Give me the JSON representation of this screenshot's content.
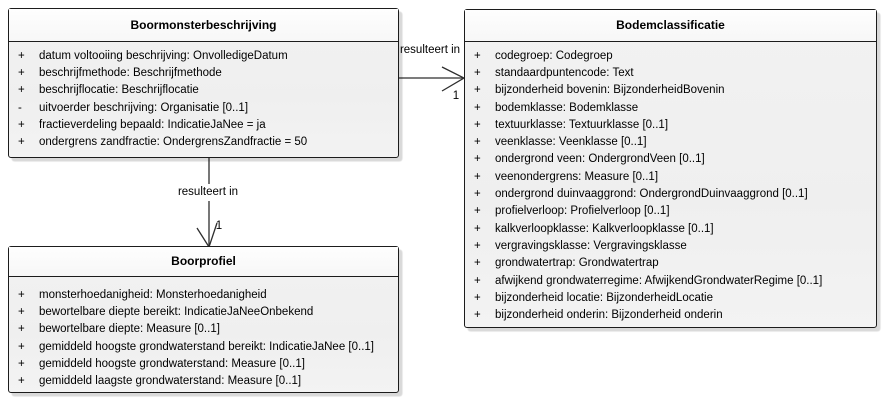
{
  "diagram": {
    "type": "uml-class-diagram",
    "background_color": "#ffffff",
    "box_border_color": "#1c1c1c",
    "box_fill_color": "#f0f0f0",
    "box_header_fill_color": "#fcfcfc",
    "shadow_color": "#d9d9d9",
    "line_color": "#2e2e2e",
    "text_color": "#000000"
  },
  "classes": [
    {
      "name": "Boormonsterbeschrijving",
      "attributes": [
        {
          "vis": "+",
          "text": "datum voltooiing beschrijving: OnvolledigeDatum"
        },
        {
          "vis": "+",
          "text": "beschrijfmethode: Beschrijfmethode"
        },
        {
          "vis": "+",
          "text": "beschrijflocatie: Beschrijflocatie"
        },
        {
          "vis": "-",
          "text": "uitvoerder beschrijving: Organisatie [0..1]"
        },
        {
          "vis": "+",
          "text": "fractieverdeling bepaald: IndicatieJaNee = ja"
        },
        {
          "vis": "+",
          "text": "ondergrens zandfractie: OndergrensZandfractie = 50"
        }
      ]
    },
    {
      "name": "Bodemclassificatie",
      "attributes": [
        {
          "vis": "+",
          "text": "codegroep: Codegroep"
        },
        {
          "vis": "+",
          "text": "standaardpuntencode: Text"
        },
        {
          "vis": "+",
          "text": "bijzonderheid bovenin: BijzonderheidBovenin"
        },
        {
          "vis": "+",
          "text": "bodemklasse: Bodemklasse"
        },
        {
          "vis": "+",
          "text": "textuurklasse: Textuurklasse [0..1]"
        },
        {
          "vis": "+",
          "text": "veenklasse: Veenklasse [0..1]"
        },
        {
          "vis": "+",
          "text": "ondergrond veen: OndergrondVeen [0..1]"
        },
        {
          "vis": "+",
          "text": "veenondergrens: Measure [0..1]"
        },
        {
          "vis": "+",
          "text": "ondergrond duinvaaggrond: OndergrondDuinvaaggrond [0..1]"
        },
        {
          "vis": "+",
          "text": "profielverloop: Profielverloop [0..1]"
        },
        {
          "vis": "+",
          "text": "kalkverloopklasse: Kalkverloopklasse [0..1]"
        },
        {
          "vis": "+",
          "text": "vergravingsklasse: Vergravingsklasse"
        },
        {
          "vis": "+",
          "text": "grondwatertrap: Grondwatertrap"
        },
        {
          "vis": "+",
          "text": "afwijkend grondwaterregime: AfwijkendGrondwaterRegime [0..1]"
        },
        {
          "vis": "+",
          "text": "bijzonderheid locatie: BijzonderheidLocatie"
        },
        {
          "vis": "+",
          "text": "bijzonderheid onderin: Bijzonderheid onderin"
        }
      ]
    },
    {
      "name": "Boorprofiel",
      "attributes": [
        {
          "vis": "+",
          "text": "monsterhoedanigheid: Monsterhoedanigheid"
        },
        {
          "vis": "+",
          "text": "bewortelbare diepte bereikt: IndicatieJaNeeOnbekend"
        },
        {
          "vis": "+",
          "text": "bewortelbare diepte: Measure [0..1]"
        },
        {
          "vis": "+",
          "text": "gemiddeld hoogste grondwaterstand bereikt: IndicatieJaNee [0..1]"
        },
        {
          "vis": "+",
          "text": "gemiddeld hoogste grondwaterstand: Measure [0..1]"
        },
        {
          "vis": "+",
          "text": "gemiddeld laagste grondwaterstand: Measure [0..1]"
        }
      ]
    }
  ],
  "connectors": [
    {
      "label": "resulteert in",
      "multiplicity": "1",
      "from": "Boormonsterbeschrijving",
      "to": "Bodemclassificatie"
    },
    {
      "label": "resulteert in",
      "multiplicity": "1",
      "from": "Boormonsterbeschrijving",
      "to": "Boorprofiel"
    }
  ]
}
